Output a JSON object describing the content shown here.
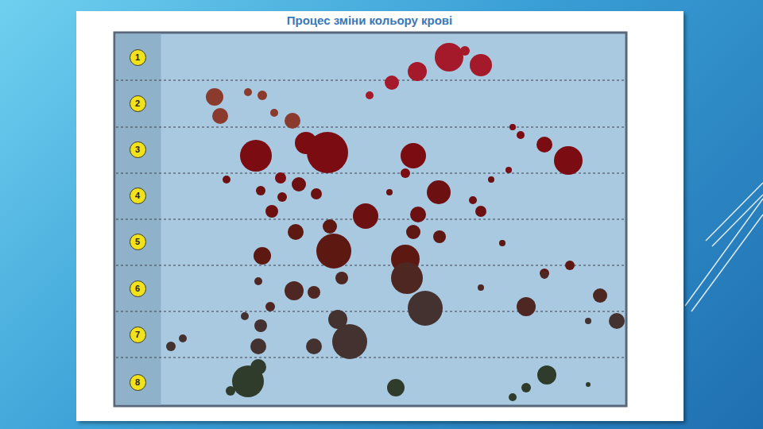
{
  "diagram": {
    "title": "Процес зміни кольору крові",
    "nodes": [
      {
        "text": [
          "1"
        ]
      },
      {
        "text": [
          "2"
        ]
      },
      {
        "text": [
          "3"
        ]
      },
      {
        "text": [
          "4"
        ]
      },
      {
        "text": [
          "5"
        ]
      },
      {
        "text": [
          "6"
        ]
      },
      {
        "text": [
          "7"
        ]
      },
      {
        "text": [
          "8"
        ]
      }
    ]
  }
}
